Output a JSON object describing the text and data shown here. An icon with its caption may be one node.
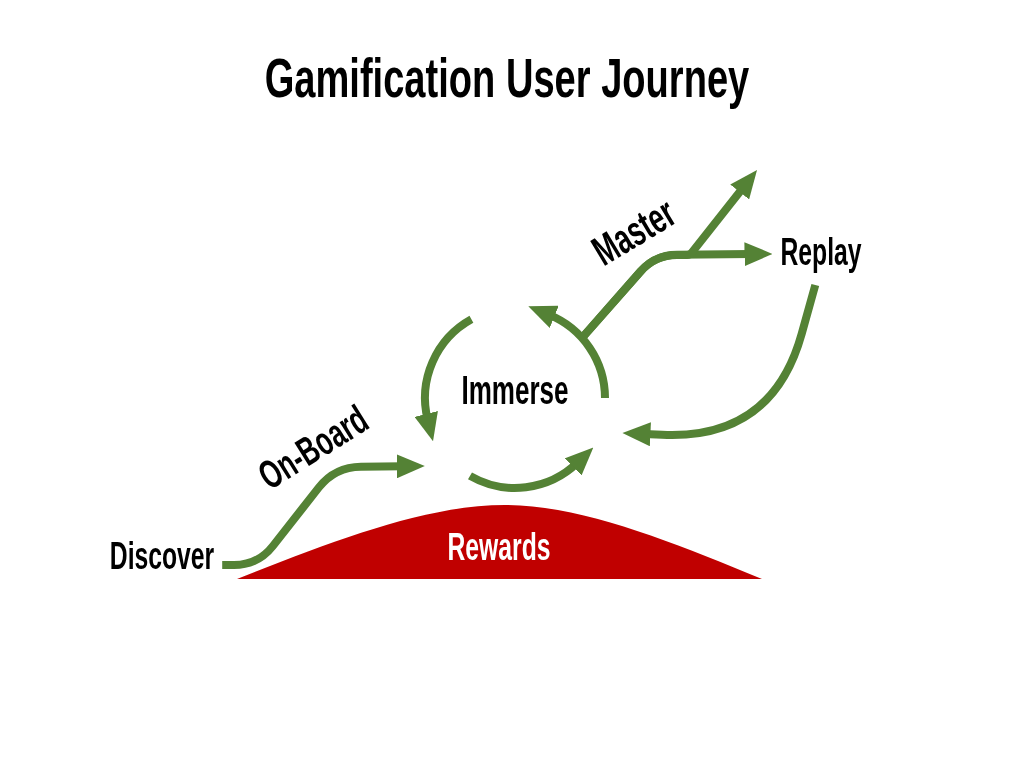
{
  "diagram": {
    "title": "Gamification User Journey",
    "nodes": [
      {
        "text": [
          "Discover"
        ]
      },
      {
        "text": [
          "Immerse"
        ]
      },
      {
        "text": [
          "Replay"
        ]
      },
      {
        "text": [
          "Rewards"
        ]
      }
    ],
    "edges": [
      {
        "from": 0,
        "to": 1,
        "arrow": "to",
        "label": "On-Board"
      },
      {
        "from": 1,
        "to": 2,
        "arrow": "to",
        "label": "Master"
      },
      {
        "from": 1,
        "to": null,
        "arrow": "to"
      },
      {
        "from": 2,
        "to": 1,
        "arrow": "to"
      }
    ]
  }
}
